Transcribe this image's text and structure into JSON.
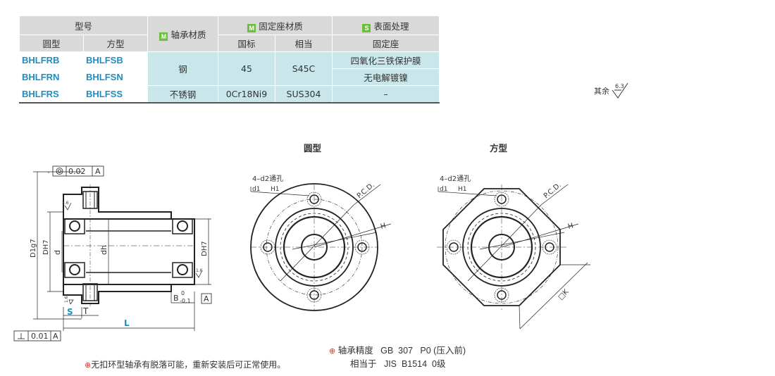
{
  "table": {
    "h_model": "型号",
    "h_round": "圆型",
    "h_square": "方型",
    "h_bearing_badge": "M",
    "h_bearing": "轴承材质",
    "h_housing_badge": "M",
    "h_housing": "固定座材质",
    "h_std": "国标",
    "h_equiv": "相当",
    "h_surface_badge": "S",
    "h_surface": "表面处理",
    "h_fixed": "固定座",
    "rows": [
      {
        "round": "BHLFRB",
        "square": "BHLFSB",
        "bearing": "钢",
        "std": "45",
        "equiv": "S45C",
        "surface": "四氧化三铁保护膜"
      },
      {
        "round": "BHLFRN",
        "square": "BHLFSN",
        "surface": "无电解镀镍"
      },
      {
        "round": "BHLFRS",
        "square": "BHLFSS",
        "bearing": "不锈钢",
        "std": "0Cr18Ni9",
        "equiv": "SUS304",
        "surface": "–"
      }
    ]
  },
  "roughness": {
    "label": "其余",
    "value": "6.3"
  },
  "titles": {
    "round": "圆型",
    "square": "方型"
  },
  "side": {
    "concentricity": "0.02",
    "datum": "A",
    "perp": "0.01",
    "perp_datum": "A",
    "D": "D1g7",
    "DH": "DH7",
    "d": "d",
    "dh": "dh",
    "DH_r": "DH7",
    "S": "S",
    "T": "T",
    "L": "L",
    "B": "B",
    "B_tol_up": "0",
    "B_tol_low": "-0.1",
    "A": "A",
    "r16a": "1.6",
    "r16b": "1.6",
    "r16c": "1.6"
  },
  "front_round": {
    "holes": "4–d2通孔",
    "counter": "d1",
    "depth": "H1",
    "pcd": "P.C.D.",
    "h": "H"
  },
  "front_square": {
    "holes": "4–d2通孔",
    "counter": "d1",
    "depth": "H1",
    "pcd": "P.C.D.",
    "h": "H",
    "k": "□K"
  },
  "accuracy": {
    "label": "轴承精度",
    "std": "GB  307   P0 (压入前)",
    "label2": "相当于",
    "std2": "JIS  B1514  0级"
  },
  "note": "无扣环型轴承有脱落可能，重新安装后可正常使用。"
}
